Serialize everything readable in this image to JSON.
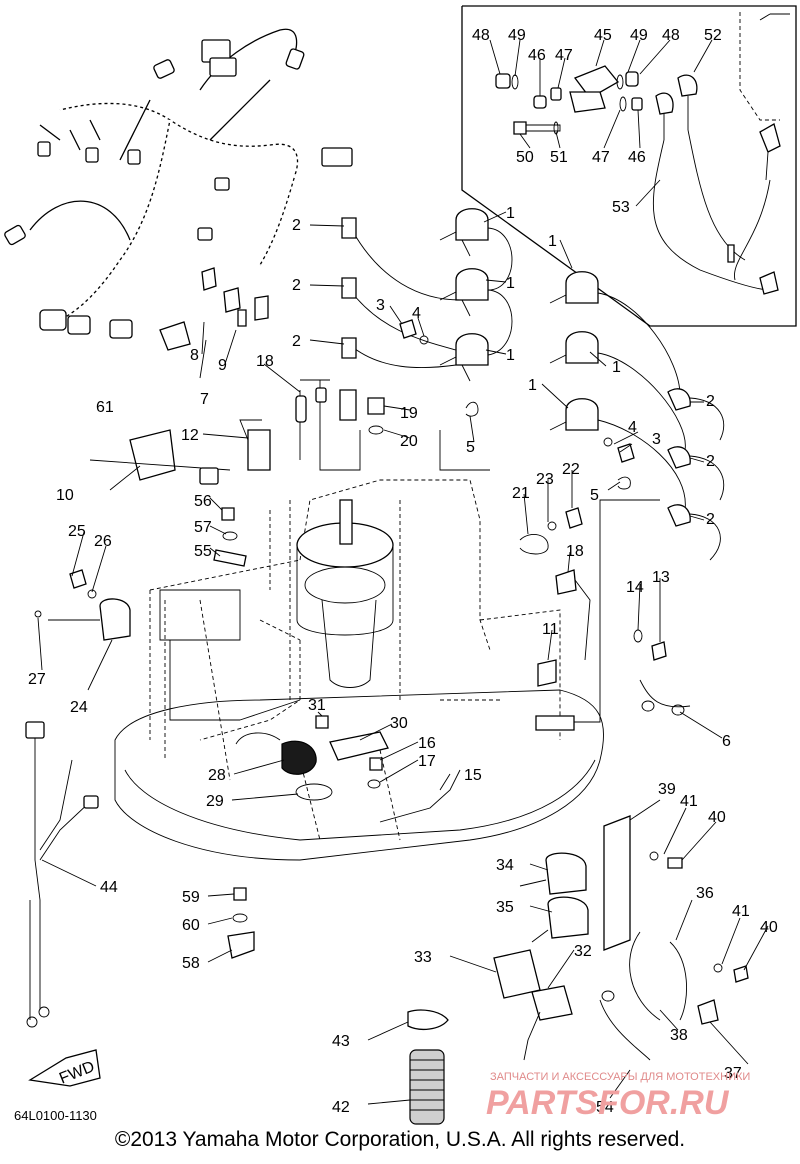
{
  "diagram_code": "64L0100-1130",
  "copyright": "©2013 Yamaha Motor Corporation, U.S.A. All rights reserved.",
  "fwd_label": "FWD",
  "watermark": {
    "top_line": "ЗАПЧАСТИ И АКСЕССУАРЫ ДЛЯ МОТОТЕХНИКИ",
    "brand": "PARTSFOR.RU"
  },
  "callouts": [
    "1",
    "2",
    "3",
    "4",
    "5",
    "6",
    "7",
    "8",
    "9",
    "10",
    "11",
    "12",
    "13",
    "14",
    "15",
    "16",
    "17",
    "18",
    "19",
    "20",
    "21",
    "22",
    "23",
    "24",
    "25",
    "26",
    "27",
    "28",
    "29",
    "30",
    "31",
    "32",
    "33",
    "34",
    "35",
    "36",
    "37",
    "38",
    "39",
    "40",
    "41",
    "42",
    "43",
    "44",
    "45",
    "46",
    "47",
    "48",
    "49",
    "50",
    "51",
    "52",
    "53",
    "54",
    "55",
    "56",
    "57",
    "58",
    "59",
    "60",
    "61"
  ]
}
